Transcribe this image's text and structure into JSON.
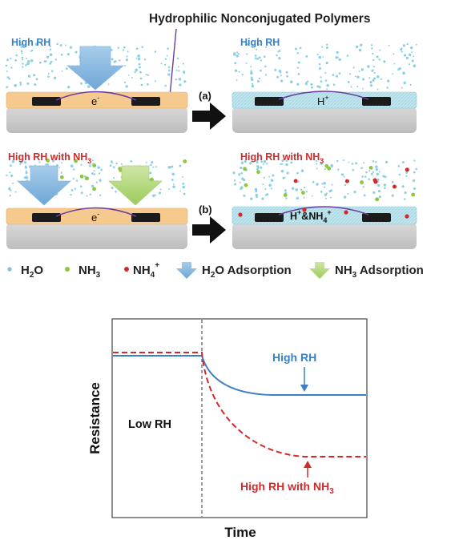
{
  "top_label": "Hydrophilic Nonconjugated Polymers",
  "row_a": {
    "left_condition": "High RH",
    "right_condition": "High RH",
    "step": "(a)",
    "left_carrier": "e",
    "left_carrier_sup": "-",
    "right_carrier": "H",
    "right_carrier_sup": "+"
  },
  "row_b": {
    "condition_main": "High RH with NH",
    "condition_sub": "3",
    "step": "(b)",
    "left_carrier": "e",
    "left_carrier_sup": "-",
    "right_carrier_a": "H",
    "right_carrier_a_sup": "+",
    "right_carrier_b": "&NH",
    "right_carrier_b_sub": "4",
    "right_carrier_b_sup": "+"
  },
  "legend": {
    "h2o_a": "H",
    "h2o_sub": "2",
    "h2o_b": "O",
    "nh3_a": "NH",
    "nh3_sub": "3",
    "nh4_a": "NH",
    "nh4_sub": "4",
    "nh4_sup": "+",
    "h2o_ads_a": "H",
    "h2o_ads_sub": "2",
    "h2o_ads_b": "O Adsorption",
    "nh3_ads_a": "NH",
    "nh3_ads_sub": "3",
    "nh3_ads_b": " Adsorption"
  },
  "graph": {
    "y_axis": "Resistance",
    "x_axis": "Time",
    "low_label": "Low RH",
    "high_label": "High RH",
    "nh3_label_main": "High RH with NH",
    "nh3_label_sub": "3"
  },
  "colors": {
    "blue": "#3b7fc4",
    "red": "#d4292a",
    "green": "#8dc63f",
    "orange": "#f6c98f",
    "cyan": "#bfe6ef",
    "substrate": "#c8c8c8",
    "electrode": "#1b1b1b"
  }
}
